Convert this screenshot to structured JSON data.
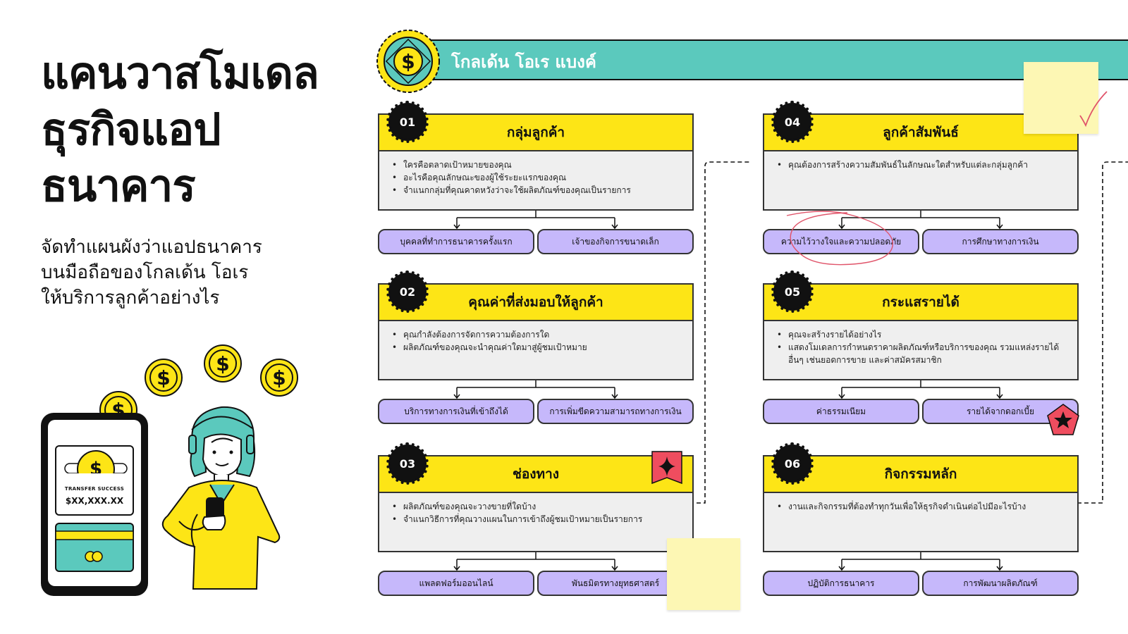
{
  "page": {
    "title": "แคนวาสโมเดล\nธุรกิจแอป\nธนาคาร",
    "subtitle": "จัดทำแผนผังว่าแอปธนาคาร\nบนมือถือของโกลเด้น โอเร\nให้บริการลูกค้าอย่างไร"
  },
  "brand": {
    "name": "โกลเด้น โอเร แบงค์",
    "logo_icon": "dollar-sign-seal-icon"
  },
  "sections": [
    {
      "number": "01",
      "title": "กลุ่มลูกค้า",
      "bullets": [
        "ใครคือตลาดเป้าหมายของคุณ",
        "อะไรคือคุณลักษณะของผู้ใช้ระยะแรกของคุณ",
        "จำแนกกลุ่มที่คุณคาดหวังว่าจะใช้ผลิตภัณฑ์ของคุณเป็นรายการ"
      ],
      "tags": [
        "บุคคลที่ทำการธนาคารครั้งแรก",
        "เจ้าของกิจการขนาดเล็ก"
      ]
    },
    {
      "number": "02",
      "title": "คุณค่าที่ส่งมอบให้ลูกค้า",
      "bullets": [
        "คุณกำลังต้องการจัดการความต้องการใด",
        "ผลิตภัณฑ์ของคุณจะนำคุณค่าใดมาสู่ผู้ชมเป้าหมาย"
      ],
      "tags": [
        "บริการทางการเงินที่เข้าถึงได้",
        "การเพิ่มขีดความสามารถทางการเงิน"
      ]
    },
    {
      "number": "03",
      "title": "ช่องทาง",
      "bullets": [
        "ผลิตภัณฑ์ของคุณจะวางขายที่ใดบ้าง",
        "จำแนกวิธีการที่คุณวางแผนในการเข้าถึงผู้ชมเป้าหมายเป็นรายการ"
      ],
      "tags": [
        "แพลตฟอร์มออนไลน์",
        "พันธมิตรทางยุทธศาสตร์"
      ]
    },
    {
      "number": "04",
      "title": "ลูกค้าสัมพันธ์",
      "bullets": [
        "คุณต้องการสร้างความสัมพันธ์ในลักษณะใดสำหรับแต่ละกลุ่มลูกค้า"
      ],
      "tags": [
        "ความไว้วางใจและความปลอดภัย",
        "การศึกษาทางการเงิน"
      ]
    },
    {
      "number": "05",
      "title": "กระแสรายได้",
      "bullets": [
        "คุณจะสร้างรายได้อย่างไร",
        "แสดงโมเดลการกำหนดราคาผลิตภัณฑ์หรือบริการของคุณ รวมแหล่งรายได้อื่นๆ เช่นยอดการขาย และค่าสมัครสมาชิก"
      ],
      "tags": [
        "ค่าธรรมเนียม",
        "รายได้จากดอกเบี้ย"
      ]
    },
    {
      "number": "06",
      "title": "กิจกรรมหลัก",
      "bullets": [
        "งานและกิจกรรมที่ต้องทำทุกวันเพื่อให้ธุรกิจดำเนินต่อไปมีอะไรบ้าง"
      ],
      "tags": [
        "ปฏิบัติการธนาคาร",
        "การพัฒนาผลิตภัณฑ์"
      ]
    }
  ],
  "phone": {
    "status": "TRANSFER SUCCESS",
    "amount": "$XX,XXX.XX",
    "icons": [
      "dollar-coin-icon",
      "credit-card-icon"
    ]
  },
  "colors": {
    "teal": "#5bc9bd",
    "yellow": "#fde516",
    "lavender": "#c6b8fb",
    "panel_gray": "#efefef",
    "sticky_note": "#fdf7b4",
    "accent_red": "#ef4d5f"
  }
}
